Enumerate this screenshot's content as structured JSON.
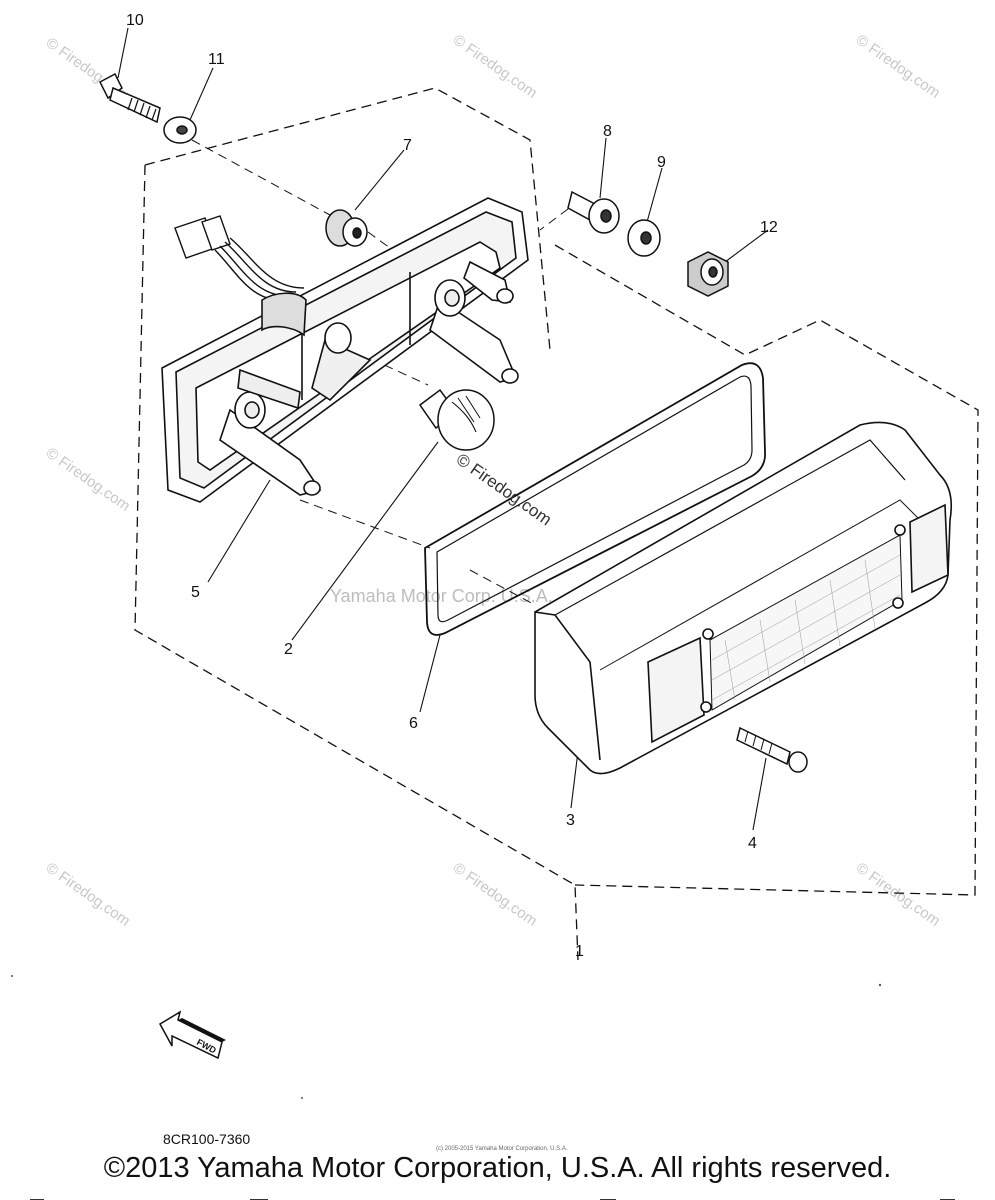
{
  "callouts": {
    "c1": "1",
    "c2": "2",
    "c3": "3",
    "c4": "4",
    "c5": "5",
    "c6": "6",
    "c7": "7",
    "c8": "8",
    "c9": "9",
    "c10": "10",
    "c11": "11",
    "c12": "12"
  },
  "watermarks": {
    "firedog": "© Firedog.com",
    "center": "© Firedog.com",
    "yamaha": "Yamaha Motor Corp. U.S.A."
  },
  "fwd_label": "FWD",
  "part_code": "8CR100-7360",
  "tiny_notice": "(c) 2005-2015 Yamaha Motor Corporation, U.S.A.",
  "copyright": "©2013 Yamaha Motor Corporation, U.S.A. All rights reserved."
}
